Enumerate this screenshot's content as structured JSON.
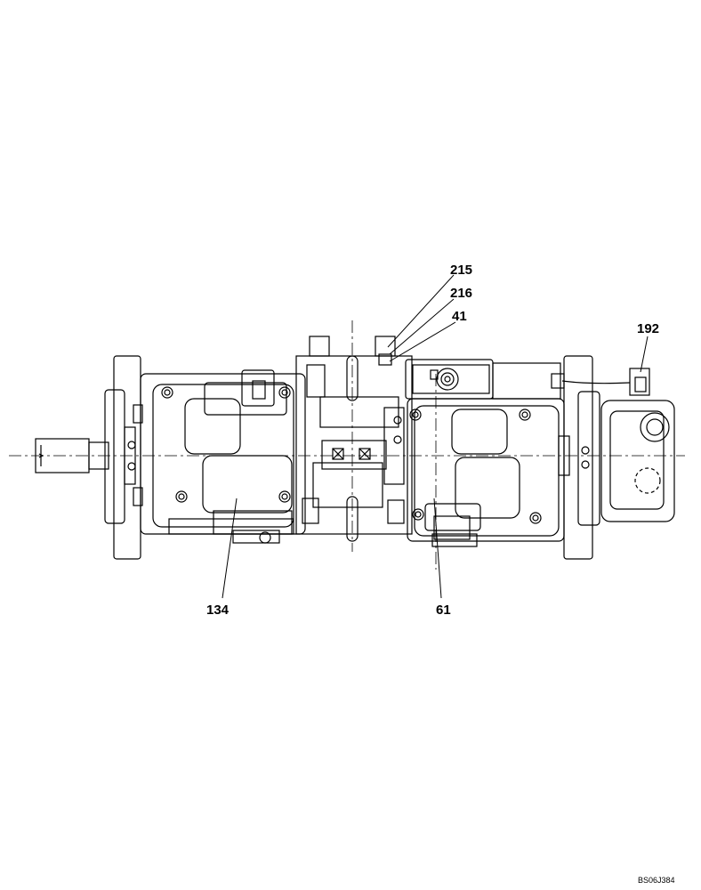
{
  "callouts": {
    "c215": "215",
    "c216": "216",
    "c41": "41",
    "c192": "192",
    "c134": "134",
    "c61": "61"
  },
  "reference_code": "BS06J384",
  "colors": {
    "line": "#000000",
    "background": "#ffffff"
  }
}
